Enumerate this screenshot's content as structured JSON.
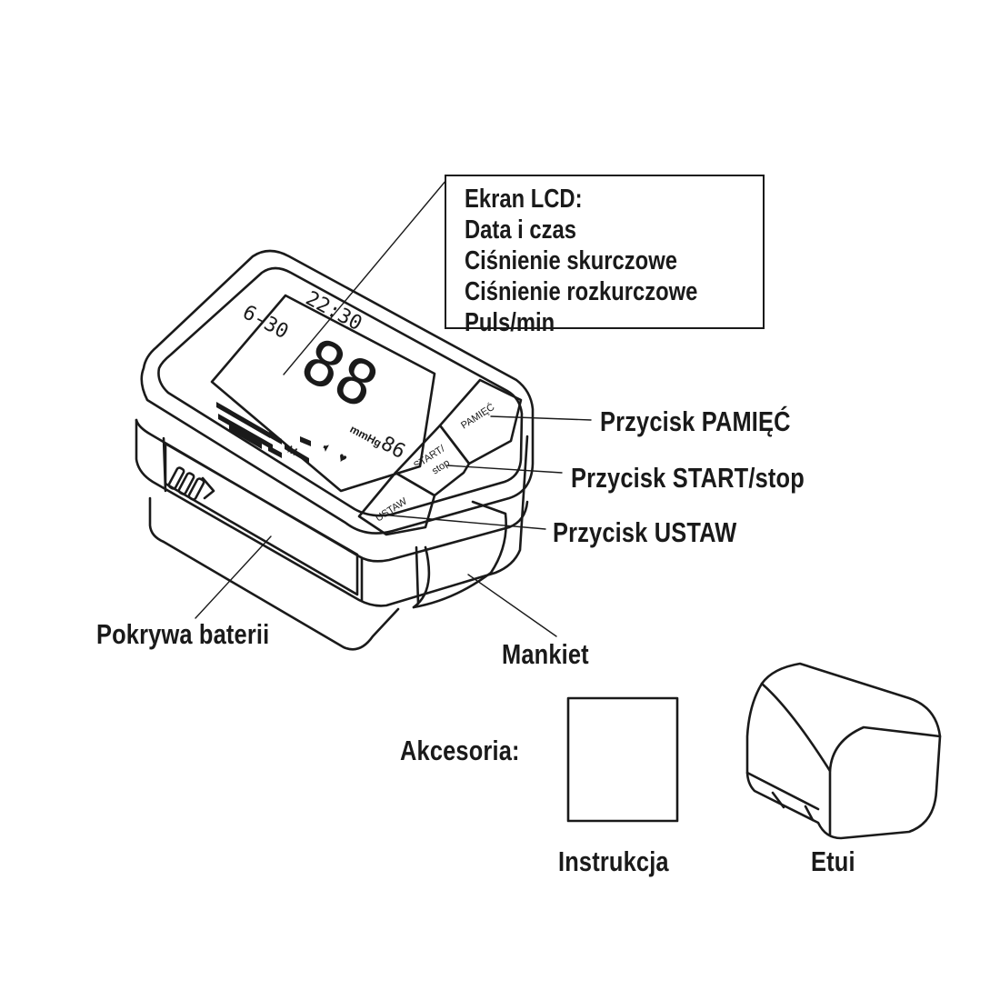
{
  "lcd_callout": {
    "lines": [
      "Ekran LCD:",
      "Data i czas",
      "Ciśnienie skurczowe",
      "Ciśnienie rozkurczowe",
      "Puls/min"
    ]
  },
  "labels": {
    "memory_button": "Przycisk PAMIĘĆ",
    "start_button": "Przycisk START/stop",
    "set_button": "Przycisk USTAW",
    "battery_cover": "Pokrywa baterii",
    "cuff": "Mankiet",
    "accessories": "Akcesoria:",
    "manual": "Instrukcja",
    "case": "Etui"
  },
  "device": {
    "btn_memory": "PAMIĘĆ",
    "btn_start_line1": "START/",
    "btn_start_line2": "stop",
    "btn_set": "USTAW",
    "lcd_date": "6-30",
    "lcd_time": "22:30",
    "lcd_systolic": "88",
    "lcd_unit": "mmHg",
    "lcd_pulse": "86",
    "lcd_memory_letter": "M"
  },
  "colors": {
    "ink": "#1a1a1a",
    "paper": "#ffffff"
  }
}
